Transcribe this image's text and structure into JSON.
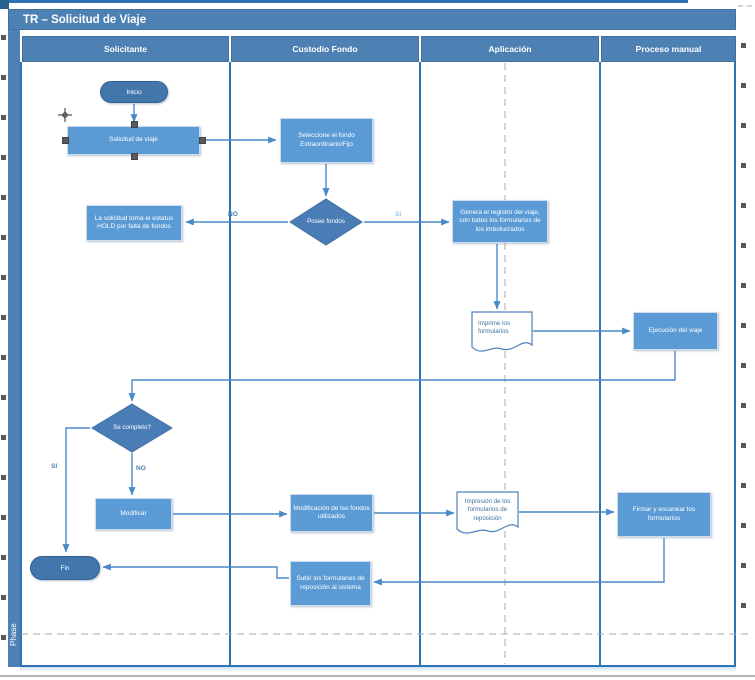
{
  "title": "TR – Solicitud de Viaje",
  "phase": "Phase",
  "lanes": [
    {
      "label": "Solicitante"
    },
    {
      "label": "Custodio Fondo"
    },
    {
      "label": "Aplicación"
    },
    {
      "label": "Proceso manual"
    }
  ],
  "nodes": {
    "inicio": "Inicio",
    "solicitud": "Solicitud de viaje",
    "seleccione": "Seleccione el fondo Extraordinario/Fijo",
    "posee_fondos": "Posee fondos",
    "hold": "La solicitud toma el estatus HOLD por falta de fondos",
    "genera": "Genera el registro del viaje, con todos los formularios de los imbolucrados",
    "imprime": "Imprime los formularios",
    "ejecucion": "Ejecución del viaje",
    "se_completo": "Se completo?",
    "modificar": "Modificar",
    "modificacion": "Modificación de lso fondos utilizados",
    "impresion": "Impresión de los formularios de reposición",
    "firmar": "Firmar y escanear los formularios",
    "subir": "Subir los formularios de reposición al sistema",
    "fin": "Fin"
  },
  "edge_labels": {
    "posee_no": "NO",
    "posee_si": "SI",
    "completo_si": "SI",
    "completo_no": "NO"
  },
  "colors": {
    "band_blue": "#4d80b3",
    "process_fill": "#5b9bd5",
    "terminator_fill": "#4377ab",
    "decision_fill": "#4a7db5",
    "connector_blue": "#4a8ac9",
    "lane_border": "#2e74b5",
    "document_stroke": "#4f81bd",
    "document_text": "#41719c",
    "handle_gray": "#5a5a5a",
    "dashed_gray": "#ababab"
  }
}
